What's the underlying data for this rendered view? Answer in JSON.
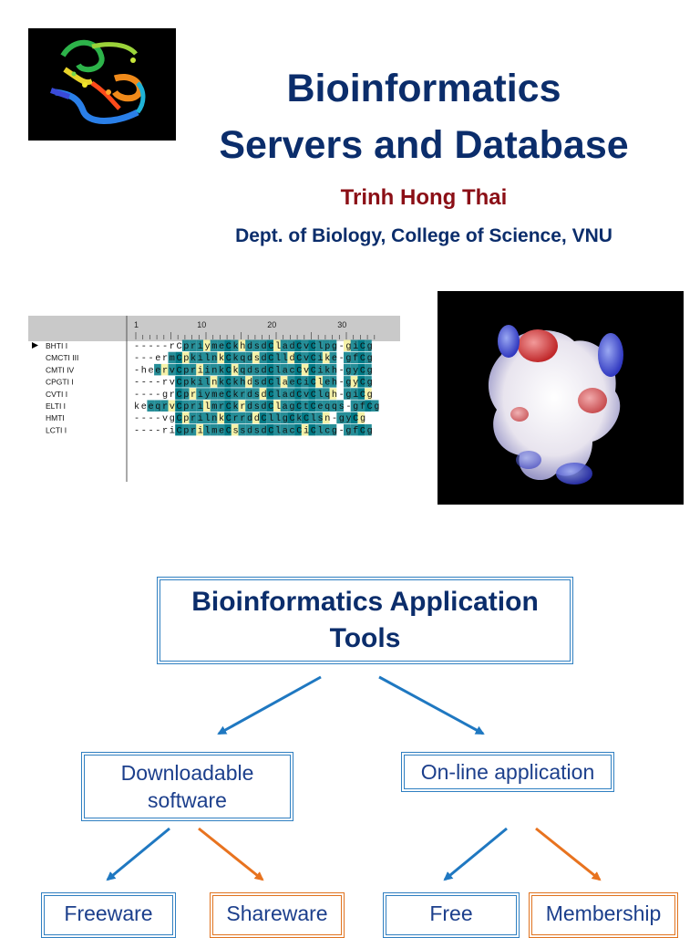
{
  "slide1": {
    "title_line1": "Bioinformatics",
    "title_line2": "Servers and Database",
    "author": "Trinh Hong Thai",
    "affiliation": "Dept. of Biology, College of Science, VNU",
    "alignment": {
      "ruler": [
        "1",
        "10",
        "20",
        "30"
      ],
      "rows": [
        {
          "name": "BHTI I",
          "seq": "-----rCpriymeCkhdsdCladCvClpg-giCg",
          "selected": true
        },
        {
          "name": "CMCTI III",
          "seq": "---ermCpkilnkCkqdsdClldCvCike-gfCg",
          "selected": false
        },
        {
          "name": "CMTI IV",
          "seq": "-heervCpriinkCkqdsdClacCvCikh-gyCg",
          "selected": false
        },
        {
          "name": "CPGTI I",
          "seq": "----rvCpkilnkCkhdsdClaeCiCleh-gyCg",
          "selected": false
        },
        {
          "name": "CVTI I",
          "seq": "----grCpriymeCkrdsdCladCvClqh-giCg",
          "selected": false
        },
        {
          "name": "ELTI I",
          "seq": "keeqrvCprilmrCkrdsdClagCtCeqqs-gfCg",
          "selected": false
        },
        {
          "name": "HMTI",
          "seq": "----vgCprilnkCrrddCllgCkClsn-gyCg",
          "selected": false
        },
        {
          "name": "LCTI I",
          "seq": "----riCprilmeCssdsdClacCiClcg-gfCg",
          "selected": false
        }
      ]
    }
  },
  "slide2": {
    "root": "Bioinformatics Application Tools",
    "downloadable": "Downloadable software",
    "online": "On-line application",
    "freeware": "Freeware",
    "shareware": "Shareware",
    "free": "Free",
    "membership": "Membership"
  },
  "colors": {
    "title_blue": "#0b2d6b",
    "author_red": "#8b0f16",
    "arrow_blue": "#1f78c1",
    "arrow_orange": "#e8731f",
    "alignment_teal": "#007a86",
    "alignment_yellow": "#f4f09a"
  }
}
